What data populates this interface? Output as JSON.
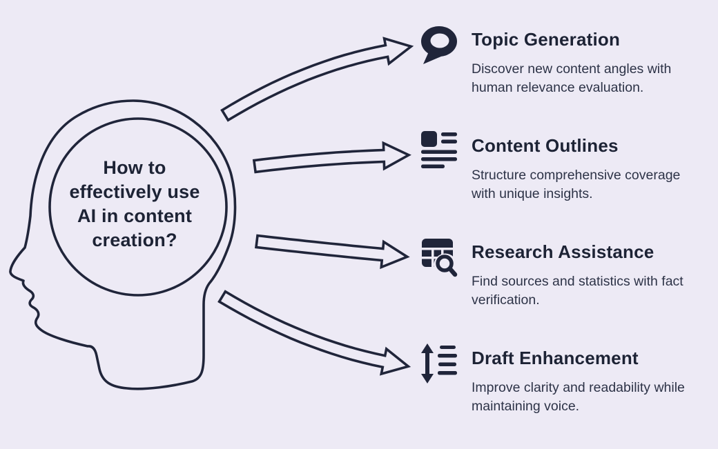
{
  "canvas": {
    "background": "#edeaf5",
    "ink": "#20253a"
  },
  "head": {
    "question": "How to effectively use AI in content creation?",
    "question_lines": [
      "How to",
      "effectively use",
      "AI in content",
      "creation?"
    ]
  },
  "items": [
    {
      "icon": "speech-bubble",
      "title": "Topic Generation",
      "desc_line1": "Discover new content angles with",
      "desc_line2": "human relevance evaluation."
    },
    {
      "icon": "document-outline",
      "title": "Content Outlines",
      "desc_line1": "Structure comprehensive coverage",
      "desc_line2": "with unique insights."
    },
    {
      "icon": "table-search",
      "title": "Research Assistance",
      "desc_line1": "Find sources and statistics with fact",
      "desc_line2": "verification."
    },
    {
      "icon": "line-spacing-arrows",
      "title": "Draft Enhancement",
      "desc_line1": "Improve clarity and readability while",
      "desc_line2": "maintaining voice."
    }
  ]
}
